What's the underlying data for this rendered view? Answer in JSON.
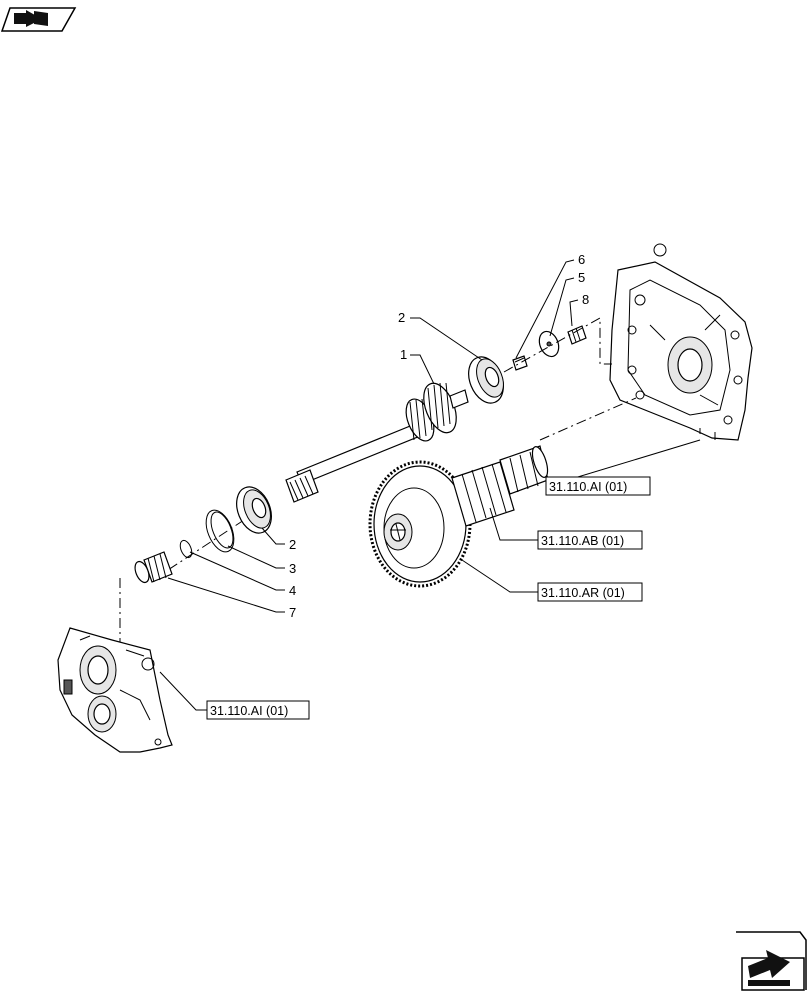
{
  "callouts": {
    "c1": "1",
    "c2a": "2",
    "c2b": "2",
    "c3": "3",
    "c4": "4",
    "c5": "5",
    "c6": "6",
    "c7": "7",
    "c8": "8"
  },
  "references": {
    "ref_ai_right": "31.110.AI (01)",
    "ref_ab": "31.110.AB (01)",
    "ref_ar": "31.110.AR (01)",
    "ref_ai_left": "31.110.AI (01)"
  },
  "icons": {
    "top_left": "book-arrow-icon",
    "bottom_right": "next-page-arrow-icon"
  }
}
